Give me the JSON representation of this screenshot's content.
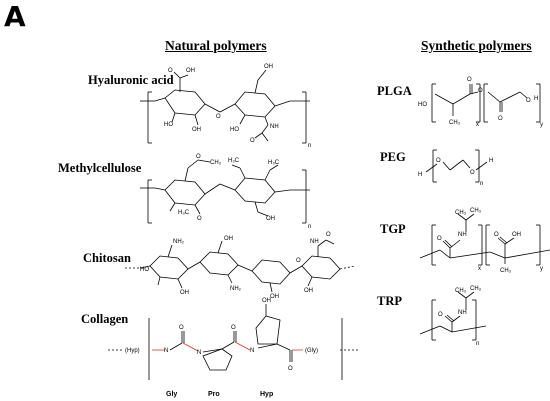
{
  "panel": {
    "letter": "A"
  },
  "headers": {
    "natural": "Natural polymers",
    "synthetic": "Synthetic polymers"
  },
  "natural": {
    "hyaluronic_acid": "Hyaluronic acid",
    "methylcellulose": "Methylcellulose",
    "chitosan": "Chitosan",
    "collagen": "Collagen"
  },
  "synthetic": {
    "plga": "PLGA",
    "peg": "PEG",
    "tgp": "TGP",
    "trp": "TRP"
  },
  "collagen_residues": {
    "gly": "Gly",
    "pro": "Pro",
    "hyp": "Hyp",
    "hyp_end": "(Hyp)",
    "gly_end": "(Gly)"
  },
  "subscripts": {
    "n": "n",
    "x": "x",
    "y": "y"
  }
}
